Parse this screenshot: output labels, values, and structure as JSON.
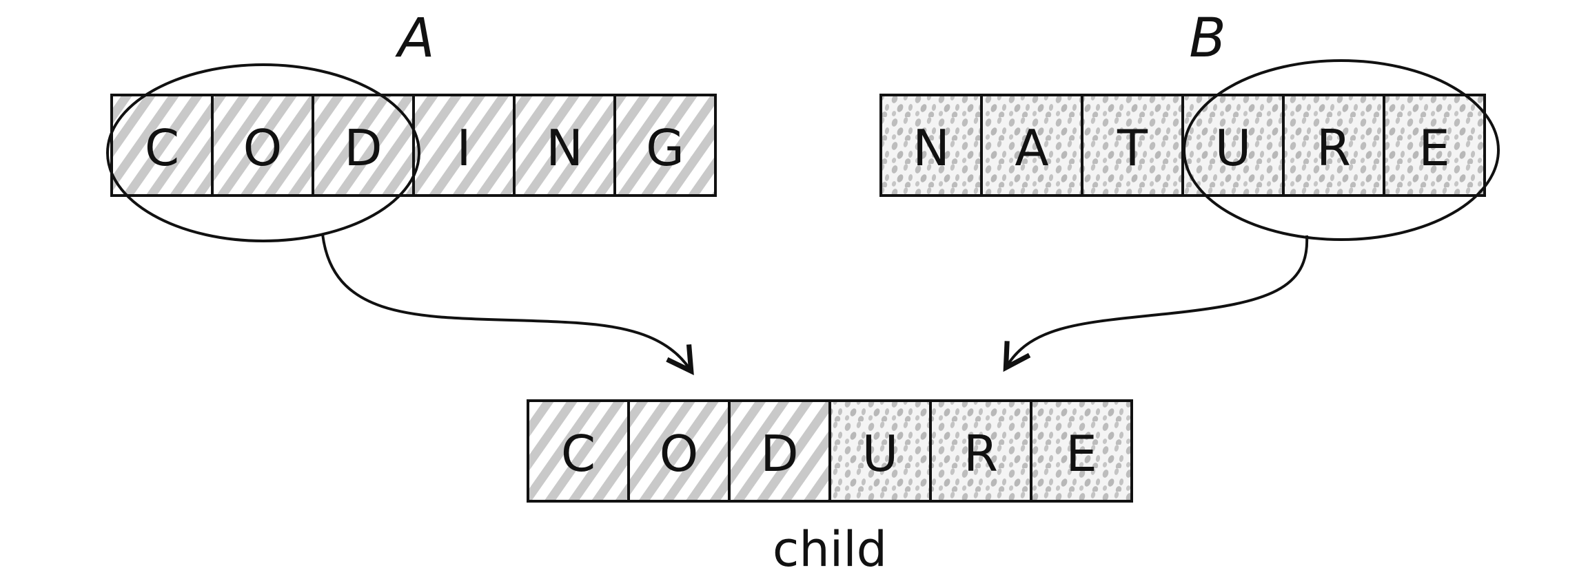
{
  "parents": [
    {
      "label": "A",
      "letters": [
        "C",
        "O",
        "D",
        "I",
        "N",
        "G"
      ],
      "pattern": "hatch",
      "selected_indices": [
        0,
        1,
        2
      ]
    },
    {
      "label": "B",
      "letters": [
        "N",
        "A",
        "T",
        "U",
        "R",
        "E"
      ],
      "pattern": "dots",
      "selected_indices": [
        3,
        4,
        5
      ]
    }
  ],
  "child": {
    "label": "child",
    "letters": [
      "C",
      "O",
      "D",
      "U",
      "R",
      "E"
    ],
    "patterns": [
      "hatch",
      "hatch",
      "hatch",
      "dots",
      "dots",
      "dots"
    ]
  },
  "colors": {
    "ink": "#111111",
    "fill_gray": "#c9c9c9"
  }
}
